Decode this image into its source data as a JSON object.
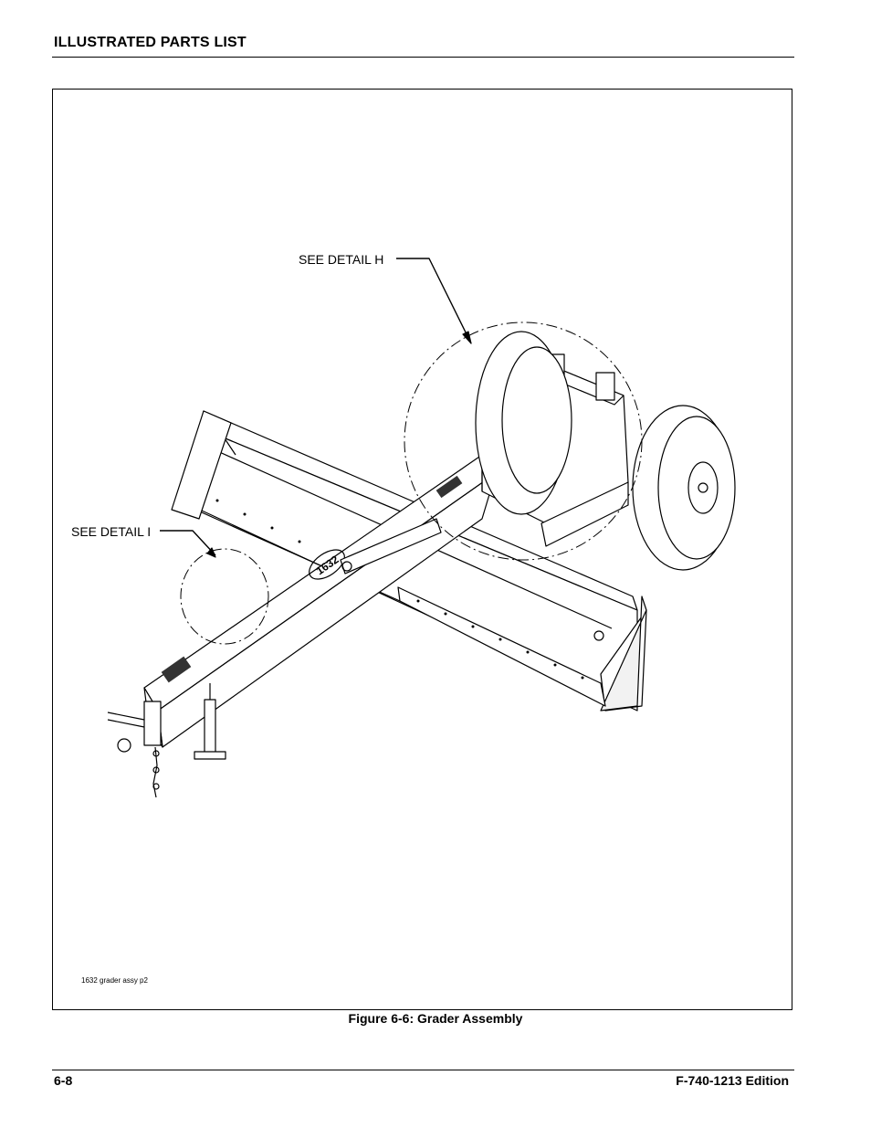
{
  "header": {
    "title": "ILLUSTRATED PARTS LIST"
  },
  "figure": {
    "callout_h": "SEE DETAIL H",
    "callout_i": "SEE DETAIL I",
    "file_label": "1632 grader assy p2",
    "model_number": "1632",
    "caption": "Figure 6-6:  Grader Assembly"
  },
  "footer": {
    "page_number": "6-8",
    "edition": "F-740-1213 Edition"
  }
}
